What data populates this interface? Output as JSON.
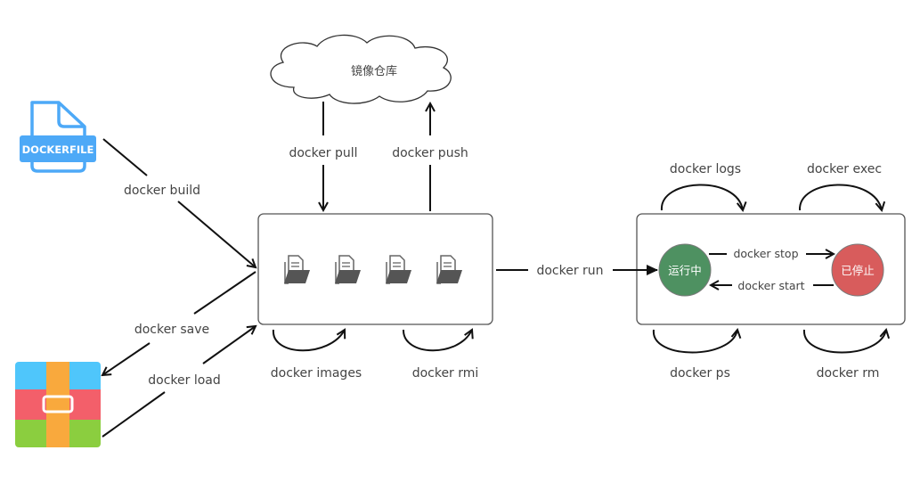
{
  "diagram": {
    "title": "Docker command workflow",
    "registry": {
      "label": "镜像仓库",
      "icon": "cloud-icon"
    },
    "dockerfile": {
      "label": "DOCKERFILE",
      "icon": "file-icon",
      "color": "#4DA9F7"
    },
    "archive": {
      "icon": "archive-icon",
      "colors": {
        "top": "#4FC6FB",
        "middle": "#F35F6A",
        "bottom": "#8BCE3F",
        "strap": "#F9A93D"
      }
    },
    "image_store": {
      "icon": "folder-document-icon",
      "count": 4
    },
    "container": {
      "running": {
        "label": "运行中",
        "color": "#4E9161"
      },
      "stopped": {
        "label": "已停止",
        "color": "#D85C5C"
      }
    },
    "commands": {
      "build": "docker build",
      "save": "docker save",
      "load": "docker load",
      "pull": "docker pull",
      "push": "docker push",
      "images": "docker images",
      "rmi": "docker rmi",
      "run": "docker run",
      "logs": "docker logs",
      "exec": "docker exec",
      "stop": "docker stop",
      "start": "docker start",
      "ps": "docker ps",
      "rm": "docker rm"
    }
  }
}
